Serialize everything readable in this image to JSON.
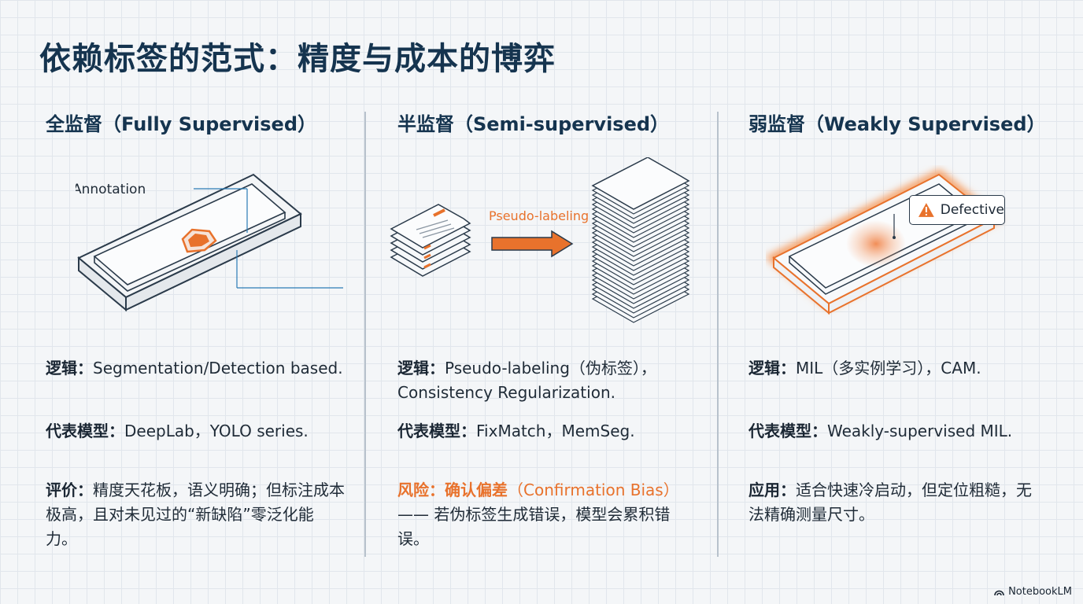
{
  "title": "依赖标签的范式：精度与成本的博弈",
  "columns": [
    {
      "heading": "全监督（Fully Supervised）",
      "annotation_label": "Annotation",
      "logic_label": "逻辑：",
      "logic_text": "Segmentation/Detection based.",
      "models_label": "代表模型：",
      "models_text": "DeepLab，YOLO series.",
      "eval_label": "评价：",
      "eval_text": "精度天花板，语义明确；但标注成本极高，且对未见过的“新缺陷”零泛化能力。"
    },
    {
      "heading": "半监督（Semi-supervised）",
      "arrow_label": "Pseudo-labeling",
      "logic_label": "逻辑：",
      "logic_text": "Pseudo-labeling（伪标签），Consistency Regularization.",
      "models_label": "代表模型：",
      "models_text": "FixMatch，MemSeg.",
      "risk_label": "风险：确认偏差",
      "risk_text": "（Confirmation Bias）",
      "risk_detail": "—— 若伪标签生成错误，模型会累积错误。"
    },
    {
      "heading": "弱监督（Weakly Supervised）",
      "badge_label": "Defective",
      "logic_label": "逻辑：",
      "logic_text": "MIL（多实例学习），CAM.",
      "models_label": "代表模型：",
      "models_text": "Weakly-supervised MIL.",
      "app_label": "应用：",
      "app_text": "适合快速冷启动，但定位粗糙，无法精确测量尺寸。"
    }
  ],
  "footer": {
    "brand": "NotebookLM"
  },
  "colors": {
    "navy": "#15344f",
    "accent": "#e8722c",
    "line": "#2a3a4a"
  }
}
